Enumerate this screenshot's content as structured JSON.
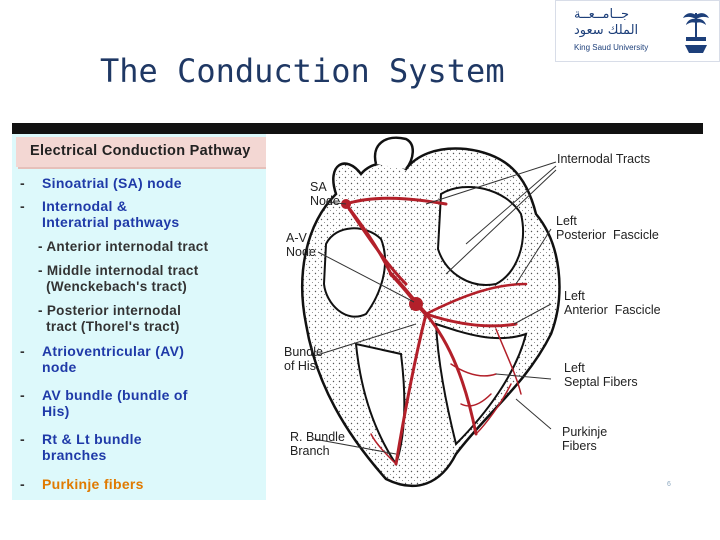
{
  "slide": {
    "title": "The Conduction System",
    "page_number": "6"
  },
  "logo": {
    "arabic_line1": "جــامــعــة",
    "arabic_line2": "الملك سعود",
    "english": "King Saud University"
  },
  "panel": {
    "header": "Electrical Conduction Pathway",
    "items": [
      {
        "bullet": "-",
        "lines": [
          "Sinoatrial (SA) node"
        ]
      },
      {
        "bullet": "-",
        "lines": [
          "Internodal &",
          "Interatrial pathways"
        ]
      },
      {
        "bullet": "-",
        "lines": [
          "Atrioventricular (AV)",
          "node"
        ]
      },
      {
        "bullet": "-",
        "lines": [
          "AV bundle (bundle of",
          "His)"
        ]
      },
      {
        "bullet": "-",
        "lines": [
          "Rt & Lt bundle",
          "branches"
        ]
      },
      {
        "bullet": "-",
        "lines": [
          "Purkinje fibers"
        ]
      }
    ],
    "subitems": [
      "- Anterior internodal tract",
      "- Middle internodal tract\n  (Wenckebach's tract)",
      "- Posterior internodal\n  tract (Thorel's tract)"
    ]
  },
  "diagram_labels": {
    "internodal_tracts": "Internodal Tracts",
    "sa_node": "SA\nNode",
    "av_node": "A-V\nNode",
    "bundle_of_his": "Bundle\nof His",
    "r_bundle_branch": "R. Bundle\nBranch",
    "left_posterior_fascicle": "Left\nPosterior  Fascicle",
    "left_anterior_fascicle": "Left\nAnterior  Fascicle",
    "left_septal_fibers": "Left\nSeptal Fibers",
    "purkinje_fibers": "Purkinje\nFibers"
  },
  "colors": {
    "title": "#1f3864",
    "panel_bg": "#ddf9fb",
    "header_bg": "#f3d7d3",
    "item_text": "#1f3aa8",
    "purkinje_text": "#e07a00",
    "conduction_red": "#b3202a"
  }
}
